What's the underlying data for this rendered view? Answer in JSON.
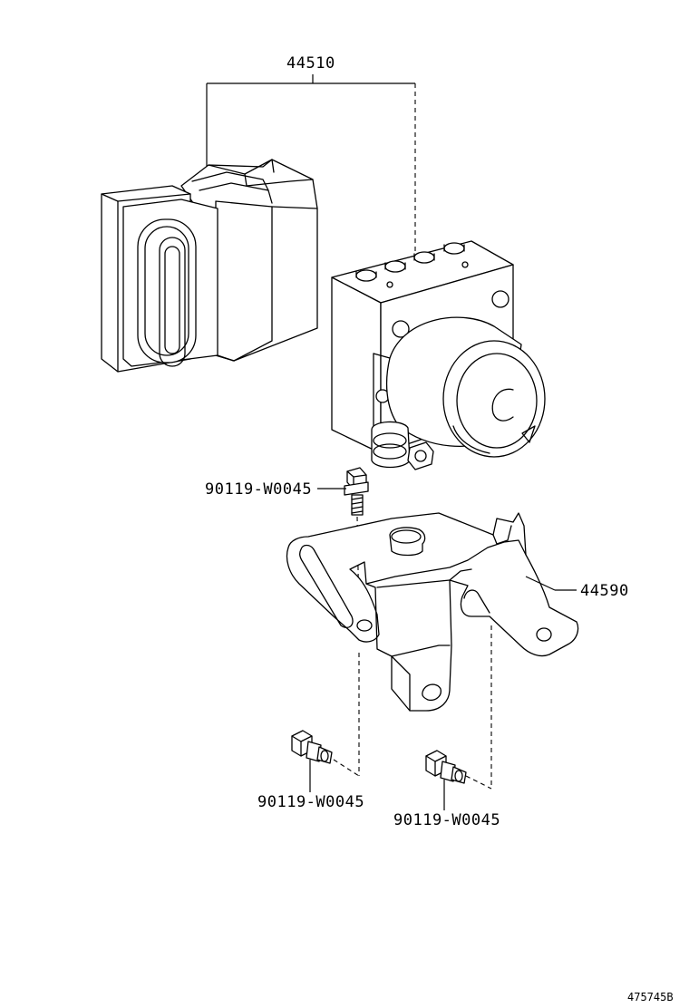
{
  "parts": {
    "actuator_assembly": "44510",
    "bracket": "44590",
    "bolt_top": "90119-W0045",
    "bolt_bottom_left": "90119-W0045",
    "bolt_bottom_right": "90119-W0045"
  },
  "reference_number": "475745B"
}
